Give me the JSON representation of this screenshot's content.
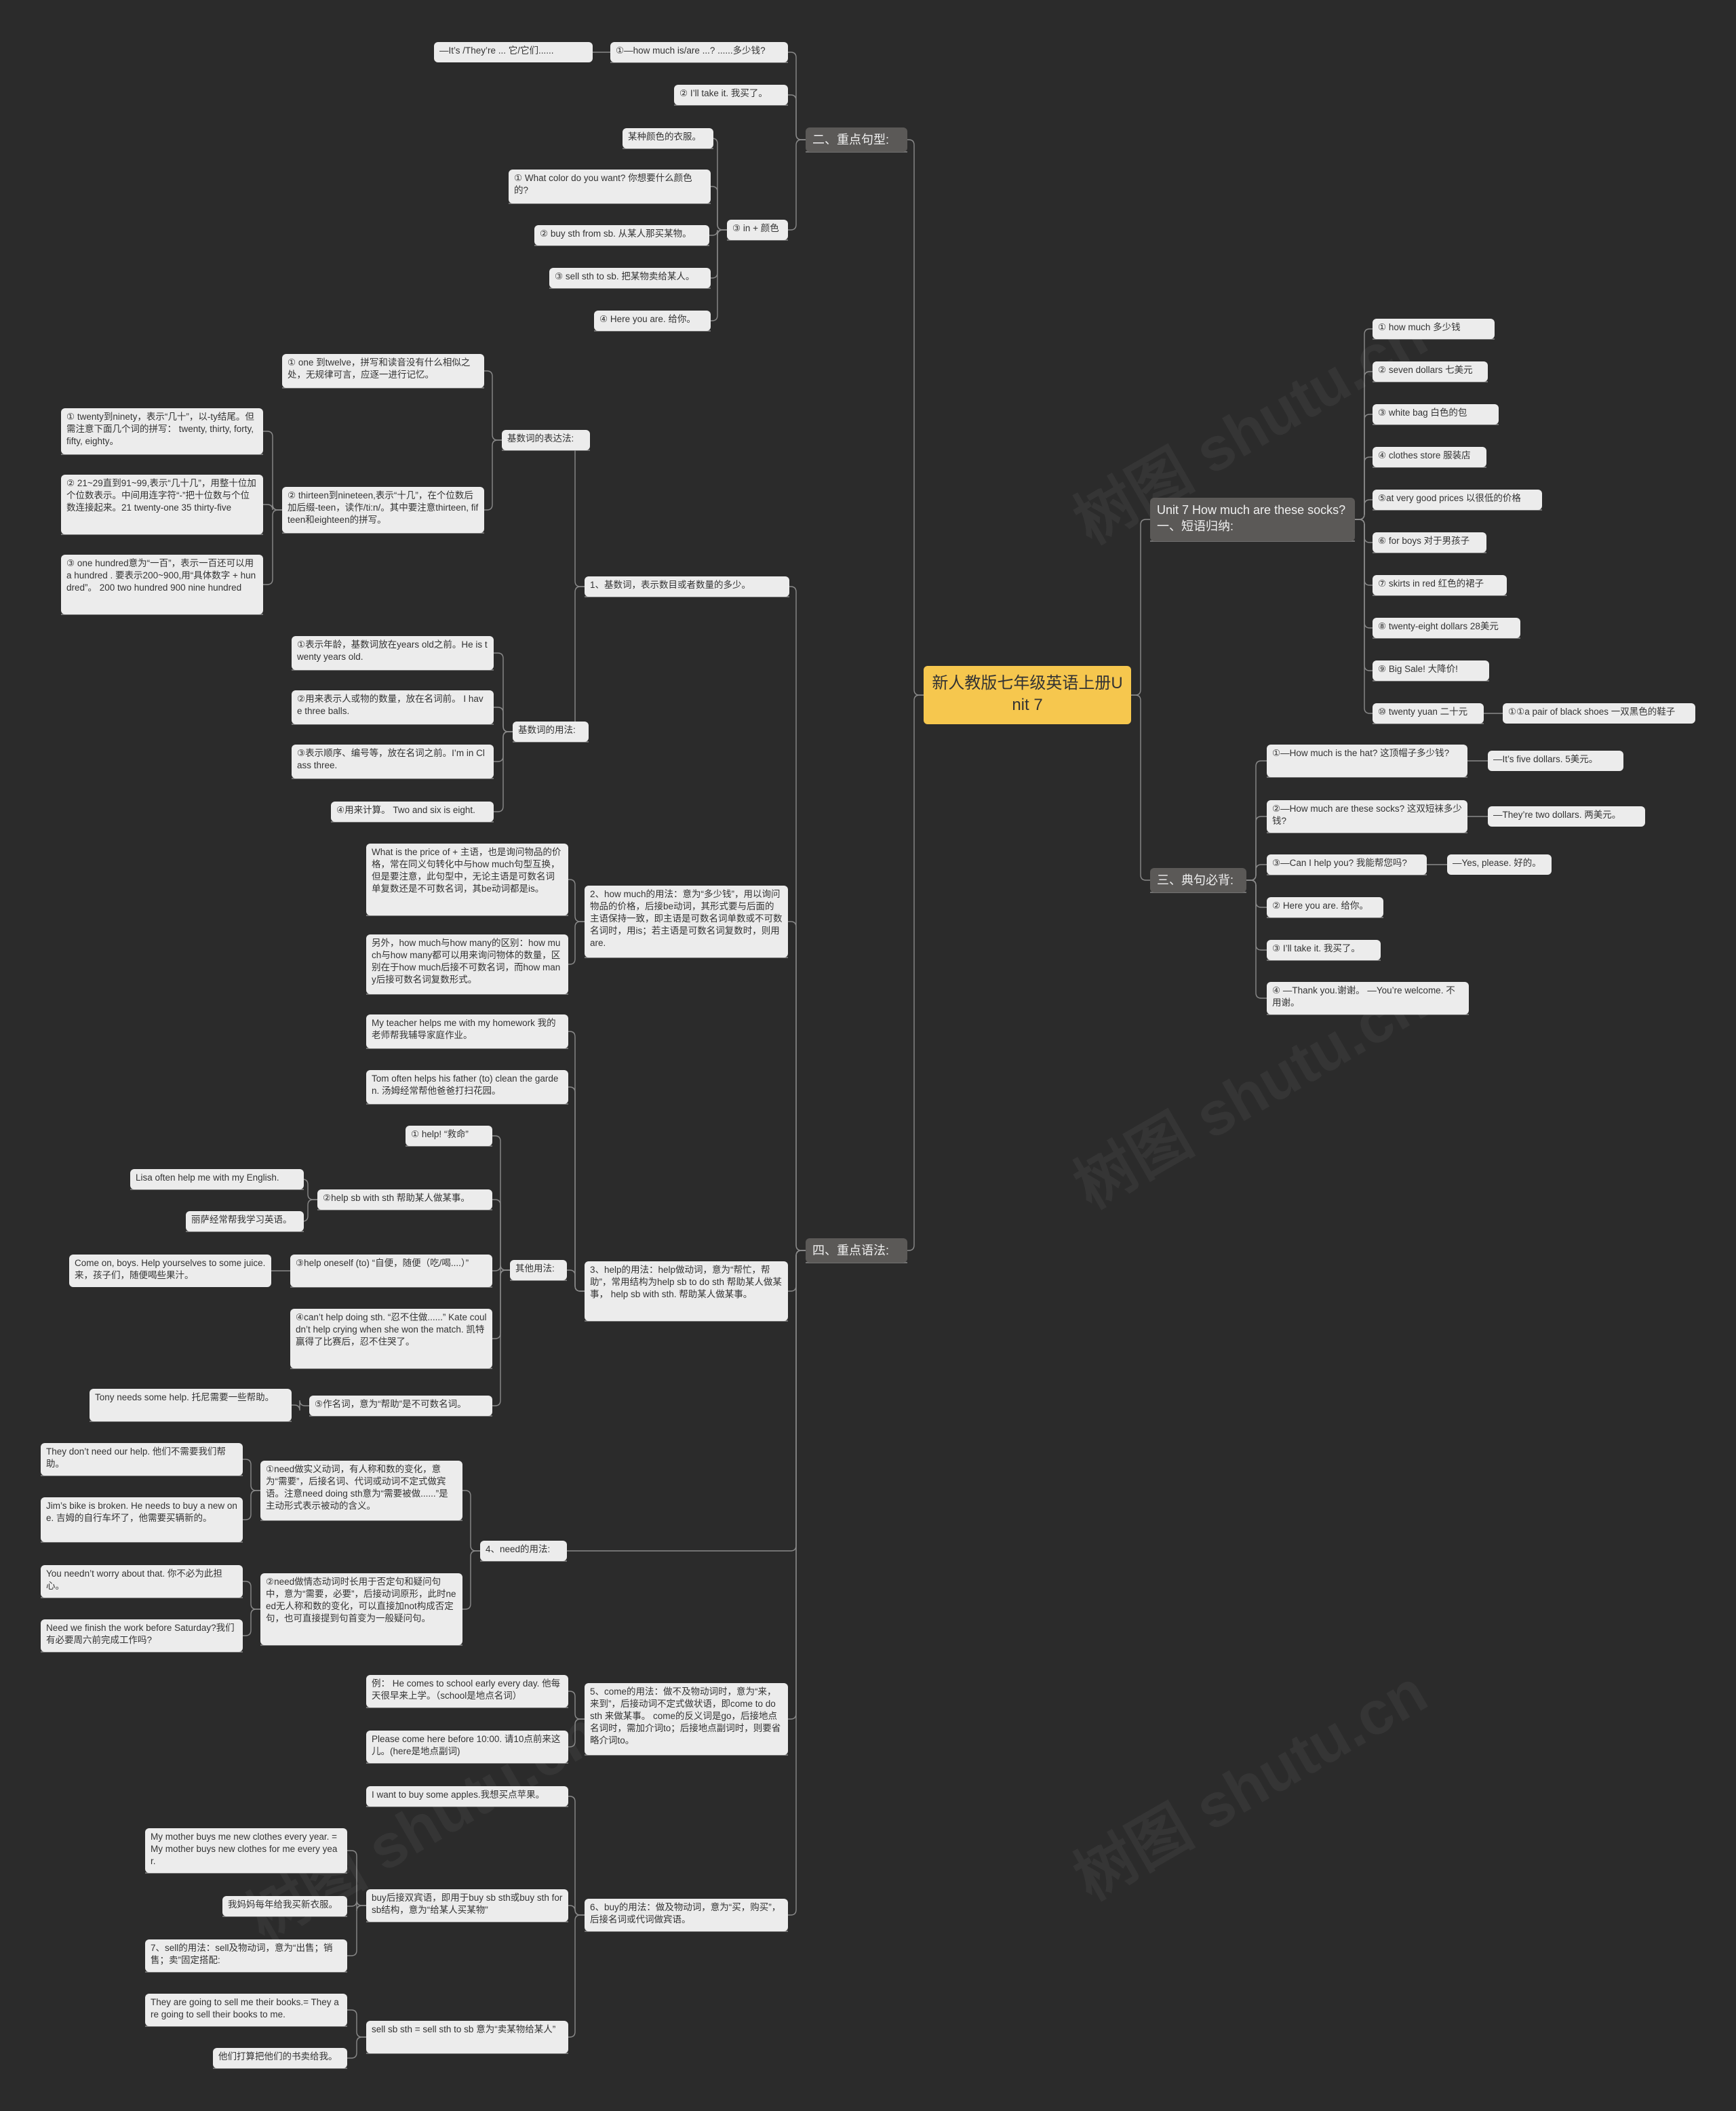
{
  "watermark": "树图 shutu.cn",
  "colors": {
    "background": "#2b2b2b",
    "root": "#f6c74e",
    "dark_node": "#5b5957",
    "light_node": "#ececec",
    "line": "#8a8a8a"
  },
  "root": "新人教版七年级英语上册Unit 7",
  "right": {
    "phrases_title": "Unit 7 How much are these socks?一、短语归纳:",
    "phrases": [
      "① how much 多少钱",
      "② seven dollars 七美元",
      "③ white bag 白色的包",
      "④ clothes store 服装店",
      "⑤at very good prices 以很低的价格",
      "⑥ for boys 对于男孩子",
      "⑦ skirts in red 红色的裙子",
      "⑧ twenty-eight dollars 28美元",
      "⑨ Big Sale! 大降价!",
      "⑩ twenty yuan 二十元"
    ],
    "phrase_extra": "①①a pair of black shoes 一双黑色的鞋子",
    "sentences_title": "三、典句必背:",
    "sentences": [
      "①—How much is the hat? 这顶帽子多少钱?",
      "②—How much are these socks? 这双短袜多少钱?",
      "③—Can I help you? 我能帮您吗?",
      "② Here you are. 给你。",
      "③ I’ll take it. 我买了。",
      "④ —Thank you.谢谢。 —You’re welcome. 不用谢。"
    ],
    "sentence_answers": [
      "—It’s five dollars. 5美元。",
      "—They’re two dollars. 两美元。",
      "—Yes, please. 好的。"
    ]
  },
  "left": {
    "s2_title": "二、重点句型:",
    "s2_item1": "①—how much is/are ...? ......多少钱?",
    "s2_item1_child": "—It’s /They’re ... 它/它们......",
    "s2_item2": "② I’ll take it. 我买了。",
    "s2_item3": "③ in + 颜色",
    "s2_item3_children": [
      "某种颜色的衣服。",
      "① What color do you want? 你想要什么颜色的?",
      "② buy sth from sb. 从某人那买某物。",
      "③ sell sth to sb. 把某物卖给某人。",
      "④ Here you are. 给你。"
    ],
    "s4_title": "四、重点语法:",
    "g1": "1、基数词，表示数目或者数量的多少。",
    "g1_a": "基数词的表达法:",
    "g1_a1": "① one 到twelve，拼写和读音没有什么相似之处，无规律可言，应逐一进行记忆。",
    "g1_a2": "② thirteen到nineteen,表示“十几”，在个位数后加后缀-teen，读作/ti:n/。其中要注意thirteen, fifteen和eighteen的拼写。",
    "g1_a2_children": [
      "① twenty到ninety，表示“几十”，以-ty结尾。但需注意下面几个词的拼写： twenty, thirty, forty, fifty, eighty。",
      "② 21~29直到91~99,表示“几十几”，用整十位加个位数表示。中间用连字符“-”把十位数与个位数连接起来。21 twenty-one 35 thirty-five",
      "③ one hundred意为“一百”，表示一百还可以用 a hundred . 要表示200~900,用“具体数字 + hundred”。 200 two hundred 900 nine hundred"
    ],
    "g1_b": "基数词的用法:",
    "g1_b_children": [
      "①表示年龄，基数词放在years old之前。He is twenty years old.",
      "②用来表示人或物的数量，放在名词前。 I have three balls.",
      "③表示顺序、编号等，放在名词之前。I’m in Class three.",
      "④用来计算。 Two and six is eight."
    ],
    "g2": "2、how much的用法：意为“多少钱”，用以询问物品的价格，后接be动词，其形式要与后面的主语保持一致，即主语是可数名词单数或不可数名词时，用is；若主语是可数名词复数时，则用are.",
    "g2_children": [
      "What is the price of + 主语，也是询问物品的价格，常在同义句转化中与how much句型互换，但是要注意，此句型中，无论主语是可数名词单复数还是不可数名词，其be动词都是is。",
      "另外，how much与how many的区别：how much与how many都可以用来询问物体的数量，区别在于how much后接不可数名词，而how many后接可数名词复数形式。"
    ],
    "g3": "3、help的用法：help做动词，意为“帮忙，帮助”，常用结构为help sb to do sth 帮助某人做某事， help sb with sth. 帮助某人做某事。",
    "g3_ex": [
      "My teacher helps me with my homework 我的老师帮我辅导家庭作业。",
      "Tom often helps his father (to) clean the garden. 汤姆经常帮他爸爸打扫花园。"
    ],
    "g3_other": "其他用法:",
    "g3_o1": "① help! “救命”",
    "g3_o2": "②help sb with sth 帮助某人做某事。",
    "g3_o2_children": [
      "Lisa often help me with my English.",
      "丽萨经常帮我学习英语。"
    ],
    "g3_o3": "③help oneself (to) “自便，随便（吃/喝....）”",
    "g3_o3_child": "Come on, boys. Help yourselves to some juice. 来，孩子们，随便喝些果汁。",
    "g3_o4": "④can’t help doing sth. “忍不住做......” Kate couldn’t help crying when she won the match. 凯特赢得了比赛后，忍不住哭了。",
    "g3_o5": "⑤作名词，意为“帮助”是不可数名词。",
    "g3_o5_child": "Tony needs some help. 托尼需要一些帮助。",
    "g4": "4、need的用法:",
    "g4_1": "①need做实义动词，有人称和数的变化，意为“需要”，后接名词、代词或动词不定式做宾语。注意need doing sth意为“需要被做......”是主动形式表示被动的含义。",
    "g4_1_children": [
      "They don’t need our help. 他们不需要我们帮助。",
      "Jim’s bike is broken. He needs to buy a new one. 吉姆的自行车坏了，他需要买辆新的。"
    ],
    "g4_2": "②need做情态动词时长用于否定句和疑问句中，意为“需要，必要”，后接动词原形，此时need无人称和数的变化，可以直接加not构成否定句，也可直接提到句首变为一般疑问句。",
    "g4_2_children": [
      "You needn’t worry about that. 你不必为此担心。",
      "Need we finish the work before Saturday?我们有必要周六前完成工作吗?"
    ],
    "g5": "5、come的用法：做不及物动词时，意为“来，来到”，后接动词不定式做状语，即come to do sth 来做某事。 come的反义词是go，后接地点名词时，需加介词to；后接地点副词时，则要省略介词to。",
    "g5_children": [
      "例： He comes to school early every day. 他每天很早来上学。（school是地点名词）",
      "Please come here before 10:00. 请10点前来这儿。(here是地点副词)"
    ],
    "g6": "6、buy的用法：做及物动词，意为“买，购买”，后接名词或代词做宾语。",
    "g6_children": [
      "I want to buy some apples.我想买点苹果。",
      "buy后接双宾语，即用于buy sb sth或buy sth for sb结构，意为“给某人买某物”",
      "sell sb sth = sell sth to sb 意为“卖某物给某人”"
    ],
    "g6_buy_children": [
      "My mother buys me new clothes every year. = My mother buys new clothes for me every year.",
      "我妈妈每年给我买新衣服。",
      "7、sell的用法：sell及物动词，意为“出售；销售；卖”固定搭配:"
    ],
    "g6_sell_children": [
      "They are going to sell me their books.= They are going to sell their books to me.",
      "他们打算把他们的书卖给我。"
    ]
  }
}
